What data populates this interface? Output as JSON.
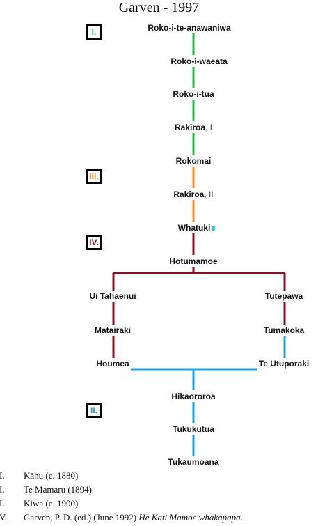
{
  "title": "Garven - 1997",
  "colors": {
    "green": "#29b24a",
    "orange": "#f68c2e",
    "maroon": "#8b0d22",
    "blue": "#1ea0dc"
  },
  "markers": [
    {
      "id": "m1",
      "label": "I.",
      "color": "#29b24a"
    },
    {
      "id": "m3",
      "label": "III.",
      "color": "#f68c2e"
    },
    {
      "id": "m4",
      "label": "IV.",
      "color": "#8b0d22"
    },
    {
      "id": "m2",
      "label": "II.",
      "color": "#1ea0dc"
    }
  ],
  "nodes": [
    {
      "id": "n1",
      "name": "Roko-i-te-anawaniwa",
      "suffix": ""
    },
    {
      "id": "n2",
      "name": "Roko-i-waeata",
      "suffix": ""
    },
    {
      "id": "n3",
      "name": "Roko-i-tua",
      "suffix": ""
    },
    {
      "id": "n4",
      "name": "Rakiroa",
      "suffix": ", I"
    },
    {
      "id": "n5",
      "name": "Rokomai",
      "suffix": ""
    },
    {
      "id": "n6",
      "name": "Rakiroa",
      "suffix": ", II"
    },
    {
      "id": "n7",
      "name": "Whatuki",
      "suffix": ""
    },
    {
      "id": "n8",
      "name": "Hotumamoe",
      "suffix": ""
    },
    {
      "id": "n9",
      "name": "Ui Tahaenui",
      "suffix": ""
    },
    {
      "id": "n10",
      "name": "Tutepawa",
      "suffix": ""
    },
    {
      "id": "n11",
      "name": "Matairaki",
      "suffix": ""
    },
    {
      "id": "n12",
      "name": "Tumakoka",
      "suffix": ""
    },
    {
      "id": "n13",
      "name": "Houmea",
      "suffix": ""
    },
    {
      "id": "n14",
      "name": "Te Utuporaki",
      "suffix": ""
    },
    {
      "id": "n15",
      "name": "Hikaororoa",
      "suffix": ""
    },
    {
      "id": "n16",
      "name": "Tukukutua",
      "suffix": ""
    },
    {
      "id": "n17",
      "name": "Tukaumoana",
      "suffix": ""
    }
  ],
  "sources": [
    {
      "num": "I.",
      "text": "Kāhu (c. 1880)",
      "italic": "",
      "tail": ""
    },
    {
      "num": "I.",
      "text": "Te Mamaru (1894)",
      "italic": "",
      "tail": ""
    },
    {
      "num": "I.",
      "text": "Kiwa (c. 1900)",
      "italic": "",
      "tail": ""
    },
    {
      "num": "V.",
      "text": "Garven, P. D. (ed.) (June 1992) ",
      "italic": "He Kati Mamoe whakapapa",
      "tail": "."
    }
  ]
}
